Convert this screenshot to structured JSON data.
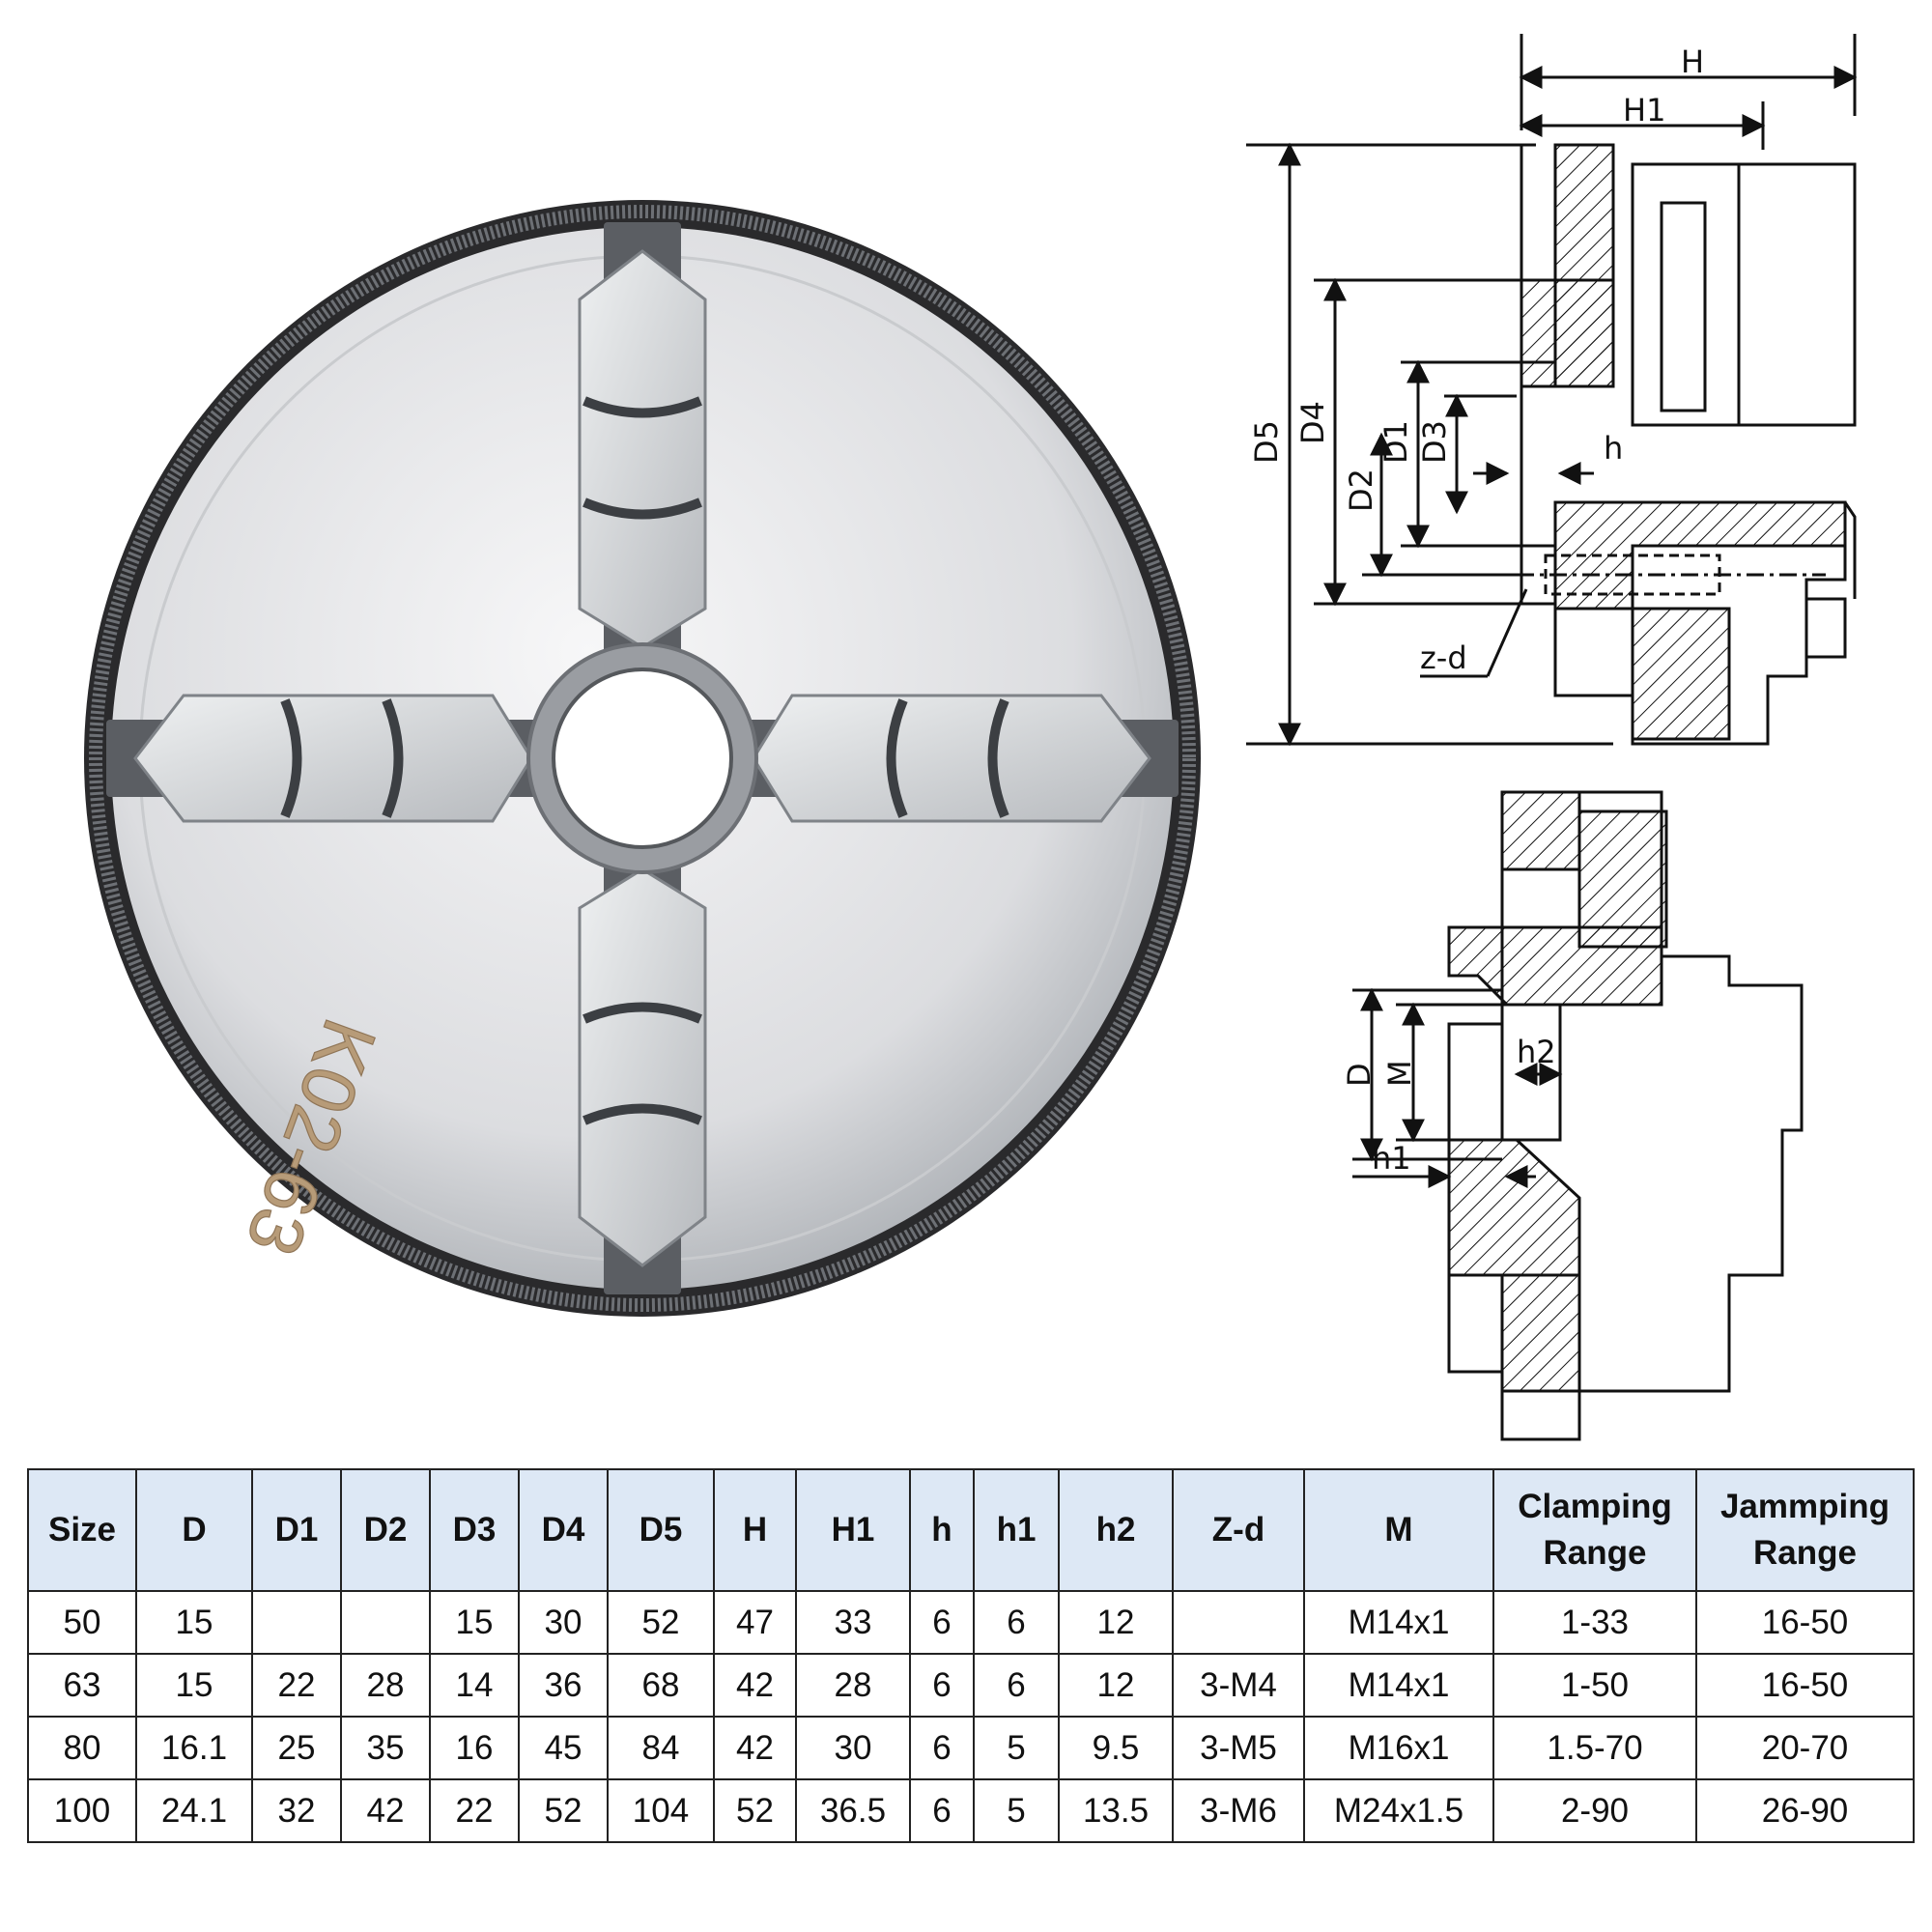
{
  "product": {
    "engraving": "K02-63"
  },
  "drawing_labels": {
    "H": "H",
    "H1": "H1",
    "D5": "D5",
    "D4": "D4",
    "D2": "D2",
    "D1": "D1",
    "D3": "D3",
    "h": "h",
    "z_d": "z-d",
    "D": "D",
    "M": "M",
    "h2": "h2",
    "h1": "h1"
  },
  "table": {
    "headers": [
      "Size",
      "D",
      "D1",
      "D2",
      "D3",
      "D4",
      "D5",
      "H",
      "H1",
      "h",
      "h1",
      "h2",
      "Z-d",
      "M",
      "Clamping Range",
      "Jammping Range"
    ],
    "rows": [
      [
        "50",
        "15",
        "",
        "",
        "15",
        "30",
        "52",
        "47",
        "33",
        "6",
        "6",
        "12",
        "",
        "M14x1",
        "1-33",
        "16-50"
      ],
      [
        "63",
        "15",
        "22",
        "28",
        "14",
        "36",
        "68",
        "42",
        "28",
        "6",
        "6",
        "12",
        "3-M4",
        "M14x1",
        "1-50",
        "16-50"
      ],
      [
        "80",
        "16.1",
        "25",
        "35",
        "16",
        "45",
        "84",
        "42",
        "30",
        "6",
        "5",
        "9.5",
        "3-M5",
        "M16x1",
        "1.5-70",
        "20-70"
      ],
      [
        "100",
        "24.1",
        "32",
        "42",
        "22",
        "52",
        "104",
        "52",
        "36.5",
        "6",
        "5",
        "13.5",
        "3-M6",
        "M24x1.5",
        "2-90",
        "26-90"
      ]
    ]
  },
  "colors": {
    "header_bg": "#dde8f5",
    "steel_light": "#e8e9ea",
    "steel_dark": "#8d9196"
  }
}
